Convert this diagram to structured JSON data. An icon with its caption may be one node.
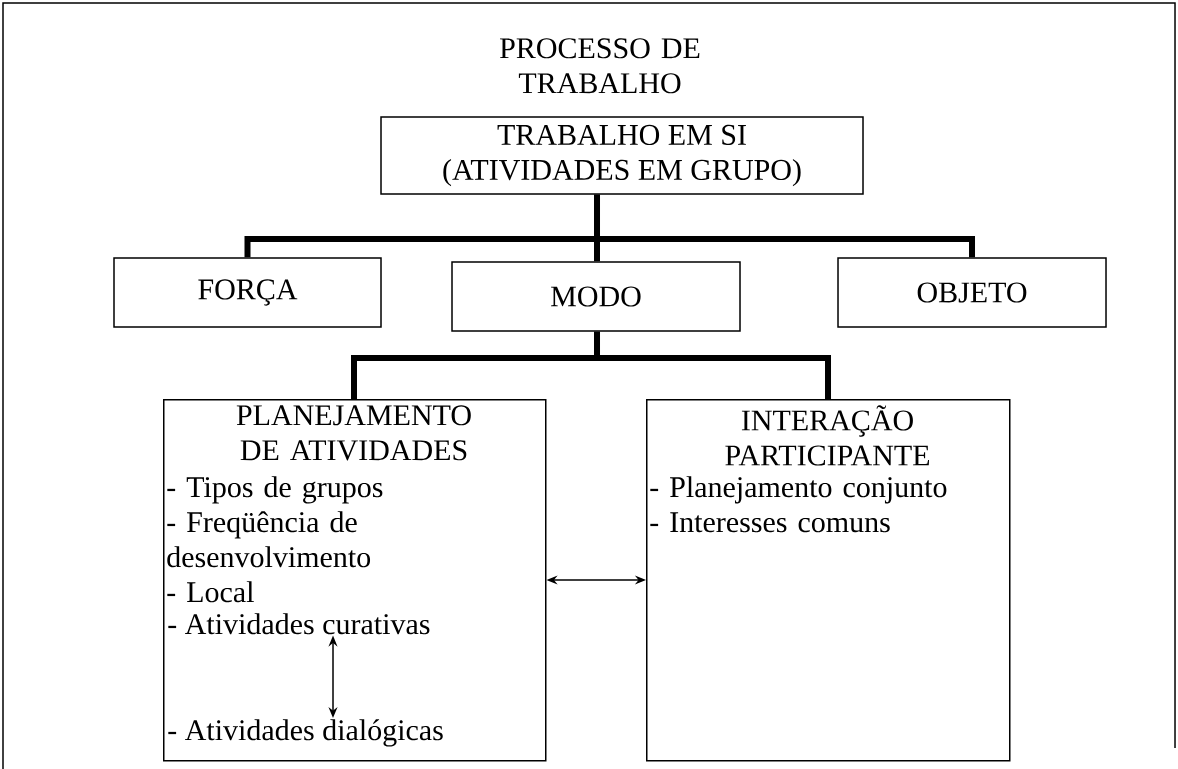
{
  "diagram": {
    "title": "PROCESSO DE TRABALHO",
    "nodes": [
      {
        "text": [
          "TRABALHO EM SI",
          "(ATIVIDADES EM GRUPO)"
        ]
      },
      {
        "text": [
          "FORÇA"
        ]
      },
      {
        "text": [
          "MODO"
        ]
      },
      {
        "text": [
          "OBJETO"
        ]
      },
      {
        "text": [
          "PLANEJAMENTO DE ATIVIDADES",
          "- Tipos de grupos",
          "- Freqüência de desenvolvimento",
          "- Local"
        ]
      },
      {
        "text": [
          "- Atividades curativas"
        ],
        "in": 4
      },
      {
        "text": [
          "- Atividades dialógicas"
        ],
        "in": 4
      },
      {
        "text": [
          "INTERAÇÃO PARTICIPANTE",
          "- Planejamento conjunto",
          "- Interesses comuns"
        ]
      }
    ],
    "edges": [
      {
        "from": 0,
        "to": 1,
        "arrow": "none"
      },
      {
        "from": 0,
        "to": 2,
        "arrow": "none"
      },
      {
        "from": 0,
        "to": 3,
        "arrow": "none"
      },
      {
        "from": 2,
        "to": 4,
        "arrow": "none"
      },
      {
        "from": 2,
        "to": 7,
        "arrow": "none"
      },
      {
        "from": 4,
        "to": 7,
        "arrow": "both"
      },
      {
        "from": 5,
        "to": 6,
        "arrow": "both"
      }
    ]
  }
}
